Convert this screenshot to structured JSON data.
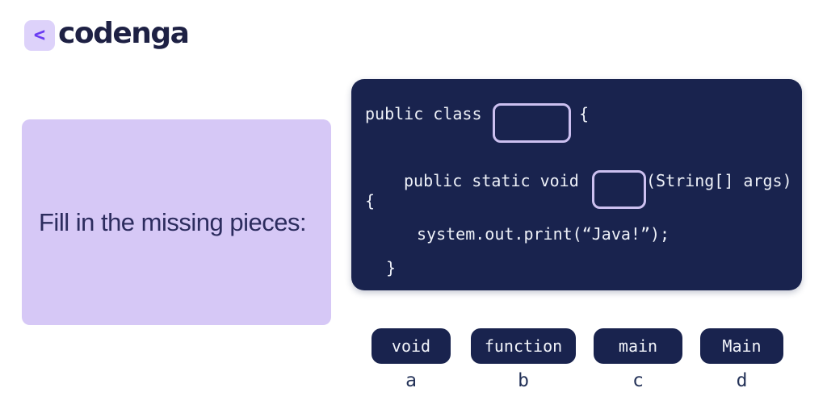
{
  "header": {
    "back_label": "<",
    "logo": "codenga"
  },
  "prompt": {
    "text": "Fill in the missing pieces:"
  },
  "code": {
    "line1_before": "public class",
    "line1_after": "{",
    "line2_before": "public static void",
    "line2_after": "(String[] args)",
    "line3": "{",
    "line4": "system.out.print(“Java!”);",
    "line5": "}"
  },
  "answers": [
    {
      "label": "void",
      "letter": "a"
    },
    {
      "label": "function",
      "letter": "b"
    },
    {
      "label": "main",
      "letter": "c"
    },
    {
      "label": "Main",
      "letter": "d"
    }
  ],
  "colors": {
    "page_background": "#ffffff",
    "navy_panel": "#19234e",
    "logo_navy": "#1e2144",
    "prompt_panel_background": "#d6c8f6",
    "prompt_text": "#2c2c5e",
    "blank_border": "#ccc0f0",
    "back_button_background": "#ddd2fa",
    "accent_purple": "#6b3df2",
    "code_text": "#eef1f8"
  }
}
